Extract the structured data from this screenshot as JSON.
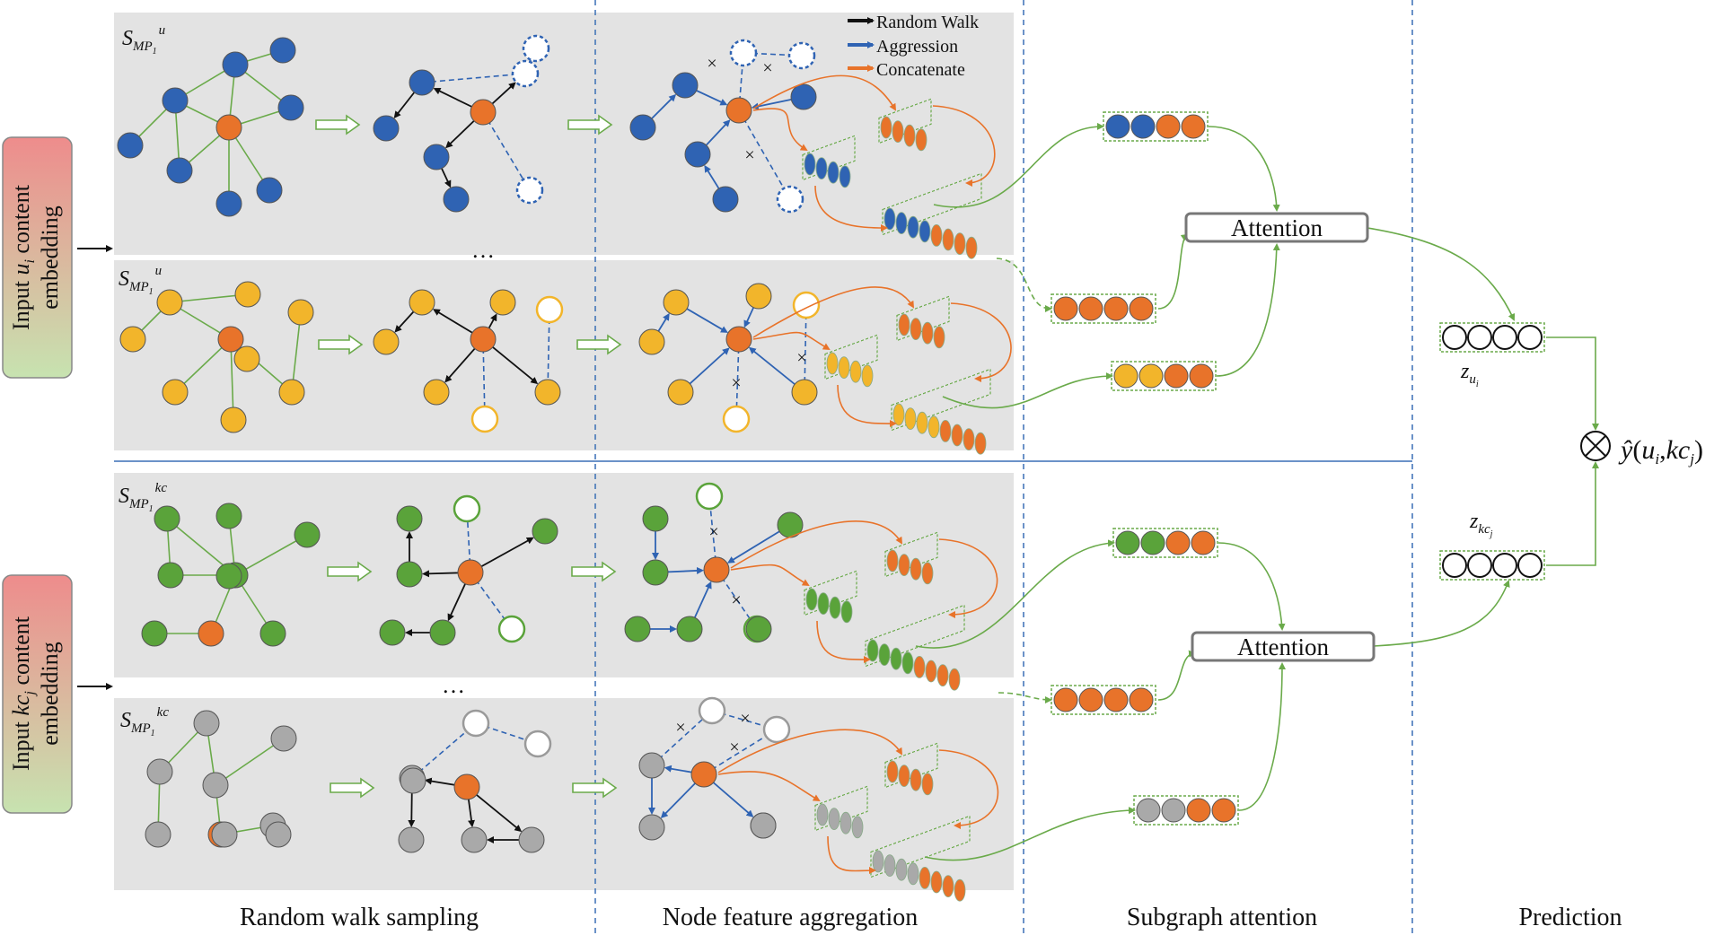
{
  "inputs": {
    "user_prefix": "Input ",
    "user_var": "u",
    "user_sub": "i",
    "user_suffix": " content",
    "user_line2": "embedding",
    "kc_prefix": "Input ",
    "kc_var": "kc",
    "kc_sub": "j",
    "kc_suffix": " content",
    "kc_line2": "embedding"
  },
  "subgraphs": {
    "s_label": "S",
    "mp_label": "MP",
    "mp_sub": "1",
    "user_sup": "u",
    "kc_sup": "kc",
    "ellipsis": "…"
  },
  "legend": {
    "random_walk": "Random Walk",
    "aggression": "Aggression",
    "concatenate": "Concatenate"
  },
  "attention": {
    "label": "Attention"
  },
  "prediction": {
    "z": "z",
    "z_user_sub": "u",
    "z_user_subsub": "i",
    "z_kc_sub": "kc",
    "z_kc_subsub": "j",
    "otimes": "⊗",
    "y_hat": "ŷ",
    "formula_open": "(",
    "formula_u": "u",
    "formula_i": "i",
    "formula_comma": ",",
    "formula_kc": "kc",
    "formula_j": "j",
    "formula_close": ")"
  },
  "footer": {
    "random_walk_sampling": "Random walk sampling",
    "node_feature_aggregation": "Node feature aggregation",
    "subgraph_attention": "Subgraph attention",
    "prediction": "Prediction"
  },
  "colors": {
    "blue": "#2f63b3",
    "orange": "#e8732a",
    "yellow": "#f2b52b",
    "green": "#5aa33a",
    "gray": "#a9a9a9",
    "edge_green": "#6aaa4a",
    "panel": "#e3e3e3",
    "divider": "#3a6fb5",
    "input_pink": "#ee8c8c",
    "input_green": "#c7e3b0"
  }
}
